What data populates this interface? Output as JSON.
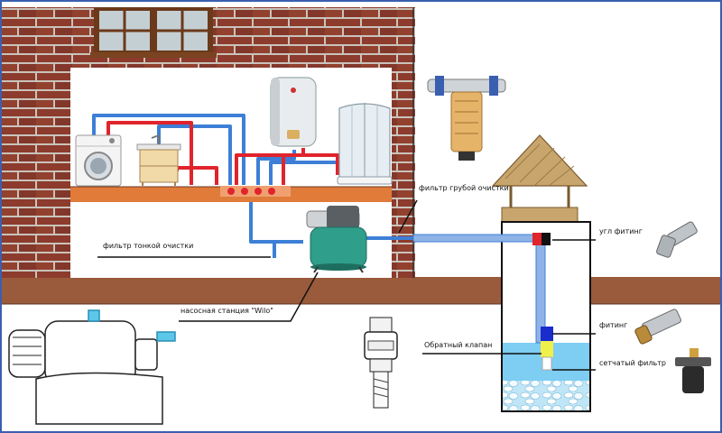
{
  "labels": {
    "coarse_filter": "фильтр грубой очистки",
    "fine_filter": "фильтр тонкой очистки",
    "pump_station": "насосная станция \"Wilo\"",
    "angle_fitting": "угл фитинг",
    "fitting": "фитинг",
    "check_valve": "Обратный клапан",
    "mesh_filter": "сетчатый фильтр"
  },
  "colors": {
    "brick": "#8c3b2c",
    "mortar": "#c9c3bb",
    "ground": "#9a5a3c",
    "floor_board": "#e07b3a",
    "hot_pipe": "#e0242c",
    "cold_pipe": "#3d7fd6",
    "well_water": "#7ecdf2",
    "pump_green": "#2f9e8a",
    "roof_wood": "#c9a56e"
  },
  "icons": [
    "washing-machine-icon",
    "sink-icon",
    "water-heater-icon",
    "shower-cabin-icon",
    "pump-station-icon",
    "coarse-filter-icon",
    "well-house-icon",
    "angle-fitting-icon",
    "fitting-icon",
    "check-valve-icon",
    "mesh-filter-icon",
    "pump-closeup-icon"
  ]
}
